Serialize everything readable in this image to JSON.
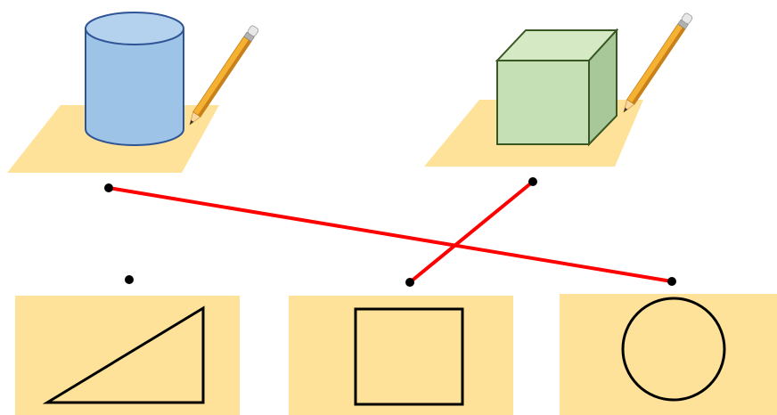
{
  "colors": {
    "paper": "#FFE299",
    "cylinder_body": "#9DC3E6",
    "cylinder_top": "#B4D2EE",
    "cylinder_stroke": "#2F5597",
    "cube_front": "#C5E0B4",
    "cube_top": "#D4E9C4",
    "cube_side": "#A9C89A",
    "cube_stroke": "#385723",
    "pencil_body": "#F4B132",
    "pencil_dark": "#C8811A",
    "pencil_wood": "#F8D7A0",
    "eraser": "#E8E8E8",
    "connector": "#FF0000",
    "dot": "#000000",
    "shape_stroke": "#000000"
  },
  "objects": [
    {
      "name": "cylinder",
      "icon": "cylinder-icon"
    },
    {
      "name": "cube",
      "icon": "cube-icon"
    }
  ],
  "shapes": [
    {
      "name": "right-triangle",
      "icon": "triangle-icon"
    },
    {
      "name": "square",
      "icon": "square-icon"
    },
    {
      "name": "circle",
      "icon": "circle-icon"
    }
  ],
  "matches": [
    {
      "from": "cylinder",
      "to": "circle"
    },
    {
      "from": "cube",
      "to": "square"
    }
  ]
}
